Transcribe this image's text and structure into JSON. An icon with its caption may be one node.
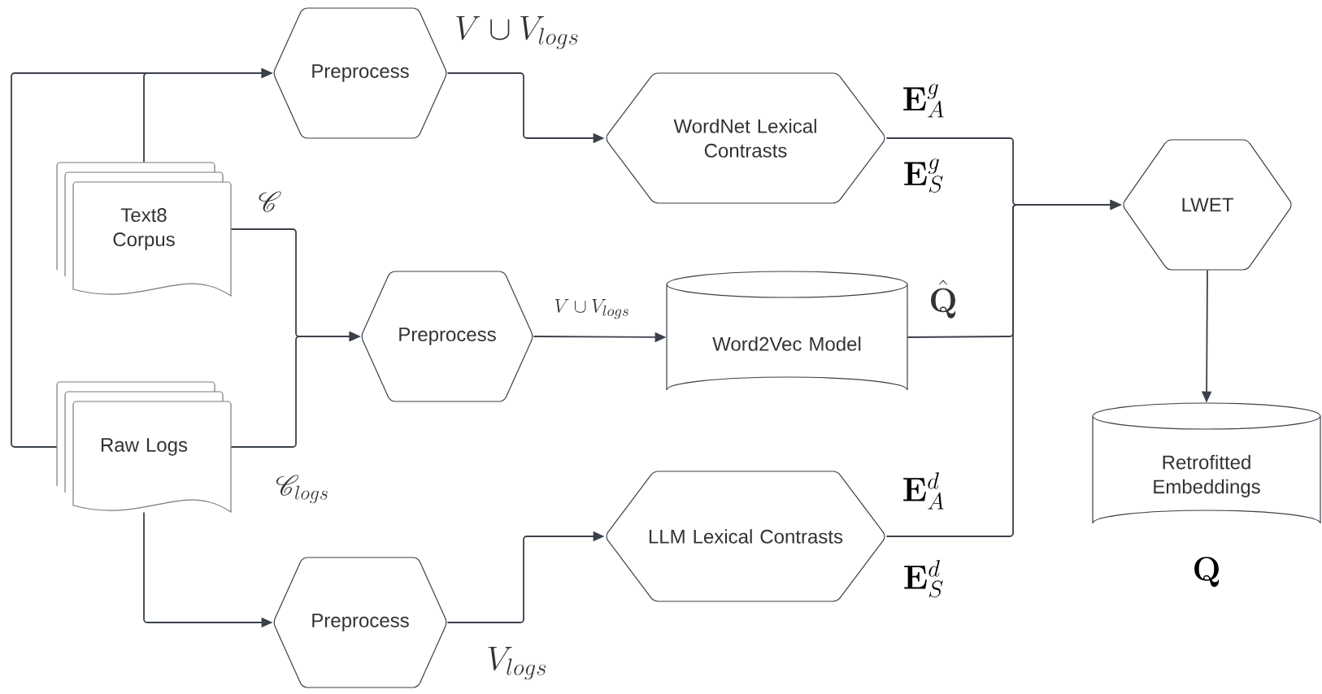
{
  "diagram": {
    "nodes": [
      {
        "text": [
          "Text8 Corpus"
        ]
      },
      {
        "text": [
          "Raw Logs"
        ]
      },
      {
        "text": [
          "Preprocess"
        ]
      },
      {
        "text": [
          "Preprocess"
        ]
      },
      {
        "text": [
          "Preprocess"
        ]
      },
      {
        "text": [
          "WordNet Lexical Contrasts"
        ],
        "beside": [
          "\\mathbf{E}_A^g",
          "\\mathbf{E}_S^g"
        ]
      },
      {
        "text": [
          "Word2Vec Model"
        ]
      },
      {
        "text": [
          "LLM Lexical Contrasts"
        ],
        "beside": [
          "\\mathbf{E}_A^d",
          "\\mathbf{E}_S^d"
        ]
      },
      {
        "text": [
          "LWET"
        ]
      },
      {
        "text": [
          "Retrofitted Embeddings"
        ],
        "beside": [
          "\\mathbf{Q}"
        ]
      }
    ],
    "edges": [
      {
        "from": 0,
        "to": 2,
        "arrow": "to"
      },
      {
        "from": 1,
        "to": 2,
        "arrow": "to"
      },
      {
        "from": 0,
        "to": 3,
        "arrow": "to",
        "label": "\\mathscr{C}"
      },
      {
        "from": 1,
        "to": 3,
        "arrow": "to",
        "label": "\\mathscr{C}_{logs}"
      },
      {
        "from": 1,
        "to": 4,
        "arrow": "to"
      },
      {
        "from": 2,
        "to": 5,
        "arrow": "to",
        "label": "V \\cup V_{logs}"
      },
      {
        "from": 3,
        "to": 6,
        "arrow": "to",
        "label": "V \\cup V_{logs}"
      },
      {
        "from": 4,
        "to": 7,
        "arrow": "to",
        "label": "V_{logs}"
      },
      {
        "from": 5,
        "to": 8,
        "arrow": "to"
      },
      {
        "from": 6,
        "to": 8,
        "arrow": "to",
        "label": "\\hat{\\mathbf{Q}}"
      },
      {
        "from": 7,
        "to": 8,
        "arrow": "to"
      },
      {
        "from": 8,
        "to": 9,
        "arrow": "to"
      }
    ]
  }
}
